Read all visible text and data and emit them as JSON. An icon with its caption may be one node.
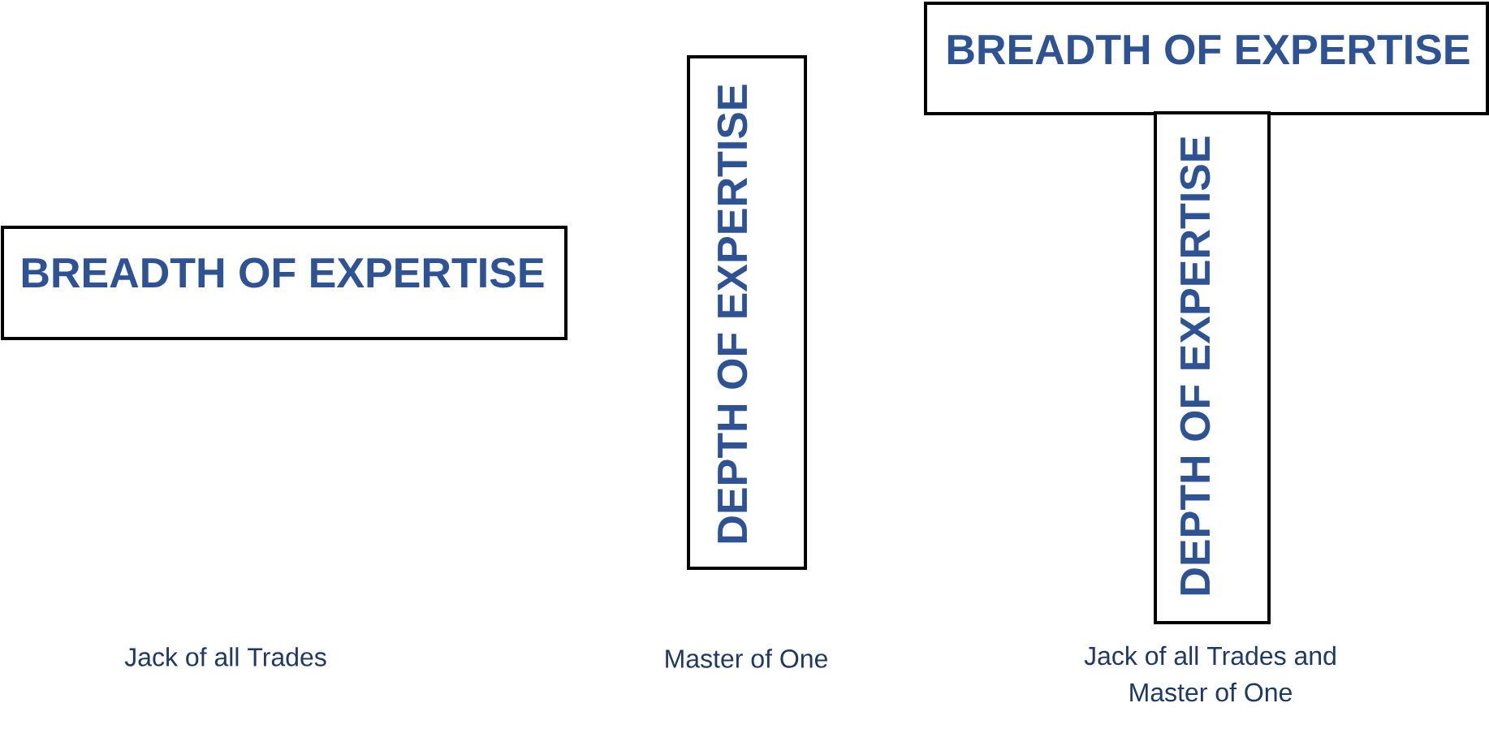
{
  "diagram": {
    "nodes": [
      {
        "text": [
          "BREADTH OF EXPERTISE"
        ]
      },
      {
        "text": [
          "DEPTH OF EXPERTISE"
        ]
      },
      {
        "text": [
          "BREADTH OF EXPERTISE"
        ]
      },
      {
        "text": [
          "DEPTH OF EXPERTISE"
        ]
      }
    ],
    "labels": [
      "Jack of all Trades",
      "Master of One",
      "Jack of all Trades and Master of One"
    ]
  }
}
